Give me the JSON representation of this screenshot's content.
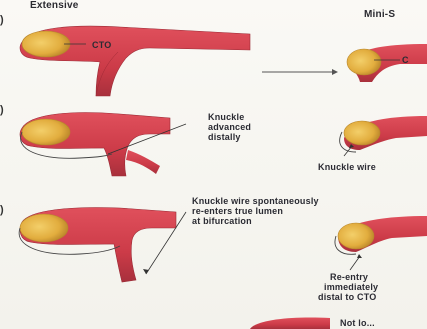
{
  "headers": {
    "left": "Extensive",
    "right": "Mini-S"
  },
  "labels": {
    "cto": "CTO",
    "knuckle_advanced": [
      "Knuckle",
      "advanced",
      "distally"
    ],
    "knuckle_wire": "Knuckle wire",
    "spontaneous": [
      "Knuckle wire spontaneously",
      "re-enters true lumen",
      "at bifurcation"
    ],
    "reentry": [
      "Re-entry",
      "immediately",
      "distal to CTO"
    ],
    "partial_right_cto": "C",
    "bottom_partial": "Not lo..."
  },
  "row_marks": [
    ")",
    ")",
    ")"
  ],
  "colors": {
    "vessel": "#d0404c",
    "vessel_dark": "#b02a38",
    "occlusion": "#e8b84a",
    "occlusion_dark": "#c08a2a",
    "wire": "#444444",
    "background": "#f7f6f1"
  }
}
